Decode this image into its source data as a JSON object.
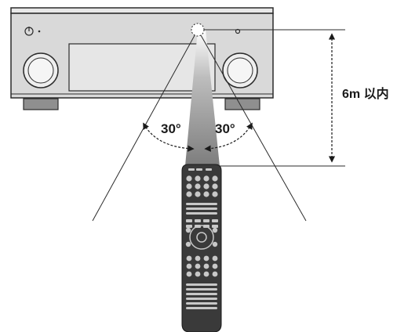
{
  "labels": {
    "angle_left": "30°",
    "angle_right": "30°",
    "distance": "6m 以内"
  },
  "icons": {
    "power": "power-icon",
    "sensor": "remote-sensor-icon",
    "arc_arrow": "curved-double-arrow-icon",
    "vertical_arrow": "double-arrow-icon"
  },
  "colors": {
    "receiver_face": "#d9d9d9",
    "receiver_outline": "#2b2b2b",
    "remote_body": "#3a3a3a",
    "remote_buttons": "#c8c8c8",
    "beam": "#8a8a8a"
  }
}
